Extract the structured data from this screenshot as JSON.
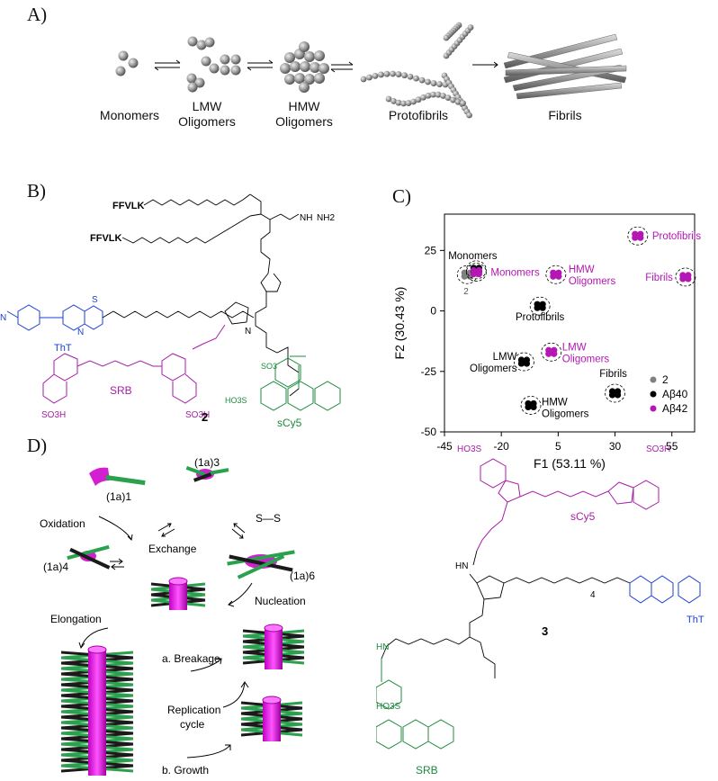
{
  "panel_a": {
    "label": "A)",
    "stages": [
      "Monomers",
      "LMW\nOligomers",
      "HMW\nOligomers",
      "Protofibrils",
      "Fibrils"
    ]
  },
  "panel_b": {
    "label": "B)",
    "compound_number": "2",
    "peptide1": "FFVLK",
    "peptide2": "FFVLK",
    "dye_tht": "ThT",
    "dye_srb": "SRB",
    "dye_scy5": "sCy5",
    "so3h": "SO3H",
    "nh2": "NH2",
    "subscript_2": "2"
  },
  "panel_c": {
    "label": "C)",
    "colors": {
      "2": "#808080",
      "ab40": "#000000",
      "ab42": "#b417b4"
    }
  },
  "chart_data": {
    "type": "scatter",
    "xlabel": "F1 (53.11 %)",
    "ylabel": "F2 (30.43 %)",
    "xlim": [
      -45,
      65
    ],
    "ylim": [
      -50,
      40
    ],
    "xticks": [
      "-45",
      "-20",
      "5",
      "30",
      "55"
    ],
    "yticks": [
      "25",
      "0",
      "-25",
      "-50"
    ],
    "legend": [
      "2",
      "Aβ40",
      "Aβ42"
    ],
    "legend_position": "bottom-right",
    "series": [
      {
        "name": "2",
        "points": [
          {
            "label": "",
            "x": -35,
            "y": 15
          }
        ]
      },
      {
        "name": "Aβ40",
        "points": [
          {
            "label": "Monomers",
            "x": -31,
            "y": 17
          },
          {
            "label": "Protofibrils",
            "x": -3,
            "y": 2
          },
          {
            "label": "LMW\nOligomers",
            "x": -10,
            "y": -21
          },
          {
            "label": "HMW\nOligomers",
            "x": -7,
            "y": -39
          },
          {
            "label": "Fibrils",
            "x": 30,
            "y": -34
          }
        ]
      },
      {
        "name": "Aβ42",
        "points": [
          {
            "label": "Monomers",
            "x": -31,
            "y": 16
          },
          {
            "label": "HMW\nOligomers",
            "x": 4,
            "y": 15
          },
          {
            "label": "LMW\nOligomers",
            "x": 2,
            "y": -17
          },
          {
            "label": "Protofibrils",
            "x": 40,
            "y": 31
          },
          {
            "label": "Fibrils",
            "x": 61,
            "y": 14
          }
        ]
      }
    ]
  },
  "panel_d": {
    "label": "D)",
    "species": [
      "(1a)1",
      "(1a)3",
      "(1a)4",
      "(1a)6"
    ],
    "oxidation": "Oxidation",
    "exchange": "Exchange",
    "nucleation": "Nucleation",
    "elongation": "Elongation",
    "breakage": "a. Breakage",
    "replication": "Replication\ncycle",
    "growth": "b. Growth",
    "disulfide": "S—S"
  },
  "panel_e": {
    "compound_number": "3",
    "dye_scy5": "sCy5",
    "dye_tht": "ThT",
    "dye_srb": "SRB",
    "repeat": "4"
  }
}
